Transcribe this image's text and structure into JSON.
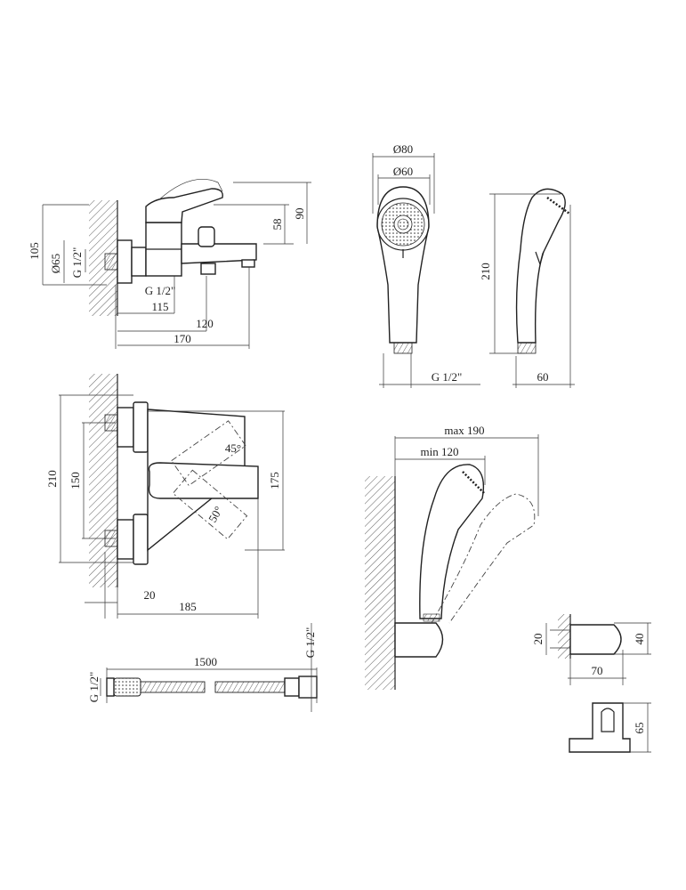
{
  "side_view": {
    "dim_105": "105",
    "dim_65": "Ø65",
    "dim_thread": "G 1/2\"",
    "dim_thread_bottom": "G 1/2\"",
    "dim_115": "115",
    "dim_120": "120",
    "dim_170": "170",
    "dim_58": "58",
    "dim_90": "90"
  },
  "shower_head_front": {
    "dim_80": "Ø80",
    "dim_60": "Ø60",
    "dim_thread": "G 1/2\""
  },
  "shower_head_side": {
    "dim_210": "210",
    "dim_60": "60"
  },
  "front_view": {
    "dim_210": "210",
    "dim_150": "150",
    "dim_175": "175",
    "dim_20": "20",
    "dim_185": "185",
    "angle_45": "45°",
    "angle_50": "50°"
  },
  "holder_view": {
    "dim_max": "max 190",
    "dim_min": "min 120"
  },
  "bracket": {
    "dim_20": "20",
    "dim_40": "40",
    "dim_70": "70",
    "dim_65": "65"
  },
  "hose": {
    "dim_1500": "1500",
    "dim_thread_left": "G 1/2\"",
    "dim_thread_right": "G 1/2\""
  }
}
